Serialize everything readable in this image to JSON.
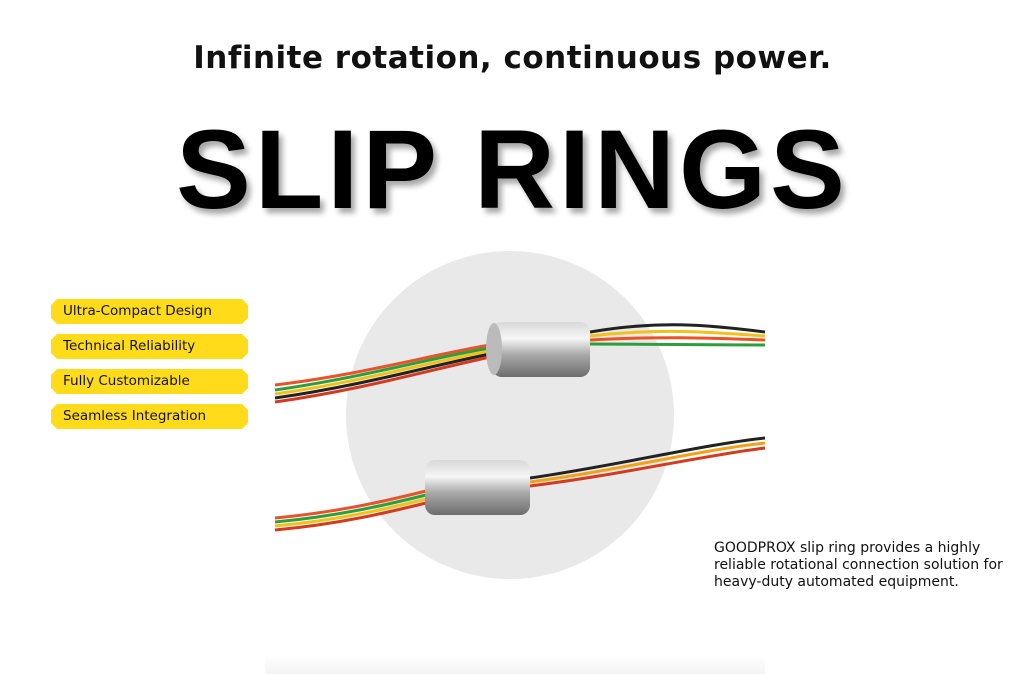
{
  "header": {
    "tagline": "Infinite rotation, continuous power.",
    "title": "SLIP RINGS"
  },
  "features": [
    "Ultra-Compact Design",
    "Technical Reliability",
    "Fully Customizable",
    "Seamless Integration"
  ],
  "description": "GOODPROX slip ring provides a highly reliable rotational connection solution for heavy-duty automated equipment.",
  "colors": {
    "badge": "#ffdb1a",
    "circle": "#e9e9e9"
  }
}
